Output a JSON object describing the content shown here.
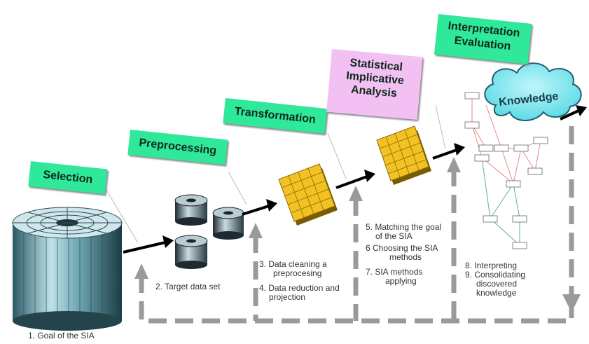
{
  "stages": {
    "selection": "Selection",
    "preprocessing": "Preprocessing",
    "transformation": "Transformation",
    "sia": [
      "Statistical",
      "Implicative",
      "Analysis"
    ],
    "interpretation": [
      "Interpretation",
      "Evaluation"
    ]
  },
  "knowledge": "Knowledge",
  "steps": {
    "goal": "1. Goal of the SIA",
    "target": "2. Target data set",
    "cleaning": [
      "3. Data cleaning a",
      "preprocesing"
    ],
    "reduction": [
      "4. Data reduction and",
      "projection"
    ],
    "matching": [
      "5. Matching the goal",
      "of the SIA"
    ],
    "choosing": [
      "6 Choosing the SIA",
      "methods"
    ],
    "applying": [
      "7. SIA methods",
      "applying"
    ],
    "interpreting": "8. Interpreting",
    "consolidating": [
      "9. Consolidating",
      "discovered",
      "knowledge"
    ]
  },
  "colors": {
    "stage_green": "#2fe89a",
    "stage_pink": "#f3c0f3",
    "table_yellow": "#f2c224",
    "cloud_cyan": "#6fe6ee",
    "dashed_gray": "#9a9a9a"
  }
}
